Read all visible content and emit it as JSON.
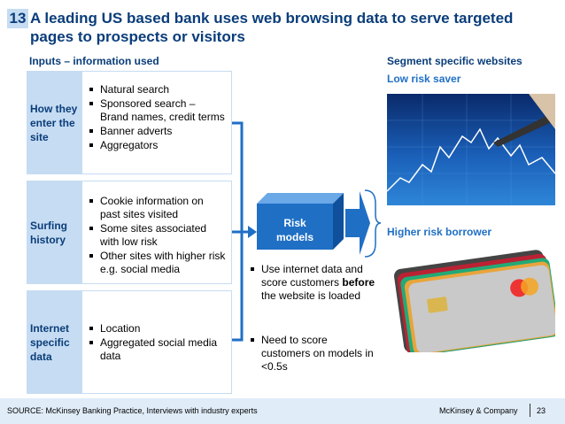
{
  "header": {
    "number": "13",
    "title": "A leading US based bank uses web browsing data to serve targeted pages to prospects or visitors"
  },
  "inputs_heading": "Inputs – information used",
  "segment_heading": "Segment specific websites",
  "rows": [
    {
      "label": "How they enter the site",
      "bullets": [
        "Natural search",
        "Sponsored search – Brand names, credit terms",
        "Banner adverts",
        "Aggregators"
      ]
    },
    {
      "label": "Surfing history",
      "bullets": [
        "Cookie information on past sites visited",
        "Some sites associated with low risk",
        "Other sites with higher risk e.g. social media"
      ]
    },
    {
      "label": "Internet specific data",
      "bullets": [
        "Location",
        "Aggregated social media data"
      ]
    }
  ],
  "risk_box": {
    "line1": "Risk",
    "line2": "models"
  },
  "notes": {
    "n1_a": "Use internet data and score customers ",
    "n1_bold": "before",
    "n1_b": " the website is loaded",
    "n2": "Need to score customers on models in <0.5s"
  },
  "segments": {
    "low": "Low risk saver",
    "high": "Higher risk borrower"
  },
  "footer": {
    "source": "SOURCE: McKinsey Banking Practice, Interviews with industry experts",
    "company": "McKinsey & Company",
    "page": "23"
  },
  "colors": {
    "dark_blue": "#0a3d7a",
    "accent_blue": "#1f6fc5",
    "light_blue": "#c6dcf2"
  }
}
